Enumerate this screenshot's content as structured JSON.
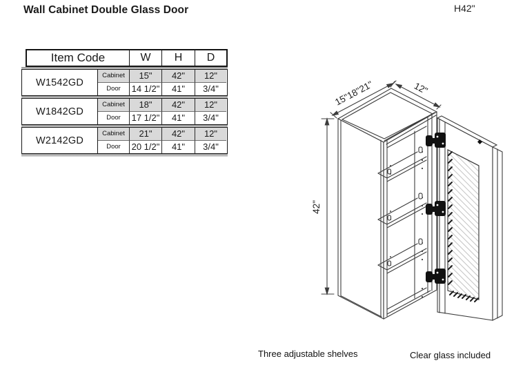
{
  "page": {
    "title": "Wall Cabinet Double Glass Door",
    "height_code": "H42\""
  },
  "table": {
    "headers": {
      "item_code": "Item Code",
      "w": "W",
      "h": "H",
      "d": "D"
    },
    "row_labels": {
      "cabinet": "Cabinet",
      "door": "Door"
    },
    "rows": [
      {
        "item_code": "W1542GD",
        "cabinet": {
          "w": "15\"",
          "h": "42\"",
          "d": "12\""
        },
        "door": {
          "w": "14 1/2\"",
          "h": "41\"",
          "d": "3/4\""
        }
      },
      {
        "item_code": "W1842GD",
        "cabinet": {
          "w": "18\"",
          "h": "42\"",
          "d": "12\""
        },
        "door": {
          "w": "17 1/2\"",
          "h": "41\"",
          "d": "3/4\""
        }
      },
      {
        "item_code": "W2142GD",
        "cabinet": {
          "w": "21\"",
          "h": "42\"",
          "d": "12\""
        },
        "door": {
          "w": "20 1/2\"",
          "h": "41\"",
          "d": "3/4\""
        }
      }
    ]
  },
  "diagram": {
    "dim_width": "15\"18\"21\"",
    "dim_depth": "12\"",
    "dim_height": "42\""
  },
  "captions": {
    "shelves": "Three adjustable shelves",
    "glass": "Clear glass included"
  },
  "colors": {
    "line": "#3c3c3c",
    "table_row_gray": "#d9d9d9",
    "shadow_gray": "#9a9a9a",
    "glass_hatch": "#c3c3c3"
  }
}
